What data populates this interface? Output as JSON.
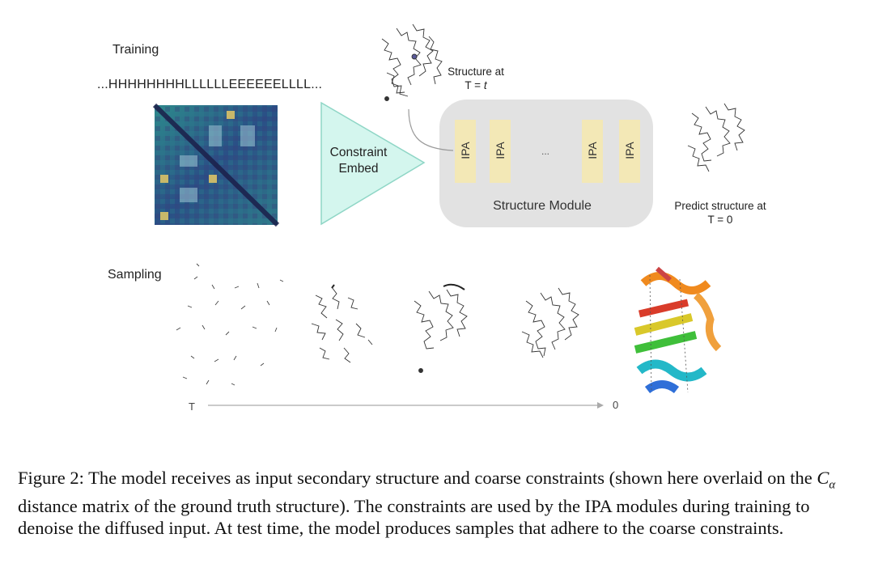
{
  "training_label": "Training",
  "sequence": "...HHHHHHHHLLLLLLEEEEEELLLL...",
  "structure_at": {
    "line1": "Structure at",
    "line2_prefix": "T = ",
    "line2_var": "t"
  },
  "constraint_embed": {
    "line1": "Constraint",
    "line2": "Embed"
  },
  "ipa_labels": [
    "IPA",
    "IPA",
    "IPA",
    "IPA"
  ],
  "ellipsis": "...",
  "structure_module_label": "Structure Module",
  "predict": {
    "line1": "Predict structure at",
    "line2": "T = 0"
  },
  "sampling_label": "Sampling",
  "time_axis": {
    "start": "T",
    "end": "0"
  },
  "caption": {
    "part1": "Figure 2: The model receives as input secondary structure and coarse constraints (shown here overlaid on the ",
    "math_base": "C",
    "math_sub": "α",
    "part2": " distance matrix of the ground truth structure). The constraints are used by the IPA modules during training to denoise the diffused input. At test time, the model produces samples that adhere to the coarse constraints."
  },
  "colors": {
    "embed_fill": "#d4f6ee",
    "embed_stroke": "#8fd6c6",
    "module_bg": "#e2e2e2",
    "ipa_fill": "#f3e8b6",
    "matrix_dark": "#2a2f6e",
    "matrix_mid": "#2f6e8a",
    "matrix_box": "#c9b86a"
  }
}
